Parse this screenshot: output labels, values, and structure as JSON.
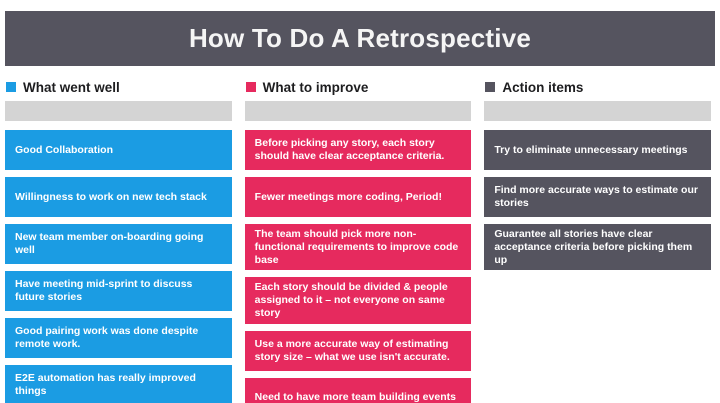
{
  "title": "How To Do A Retrospective",
  "colors": {
    "title_bar": "#55545f",
    "went_well": "#1b9ce3",
    "to_improve": "#e62a5e",
    "action_items": "#55545f",
    "input_placeholder_bar": "#d4d4d4",
    "header_text": "#1d1d1f",
    "card_text": "#ffffff",
    "background": "#ffffff"
  },
  "columns": [
    {
      "label": "What went well",
      "cards": [
        "Good Collaboration",
        "Willingness to work on new tech stack",
        "New team member on-boarding going well",
        "Have meeting mid-sprint to discuss future stories",
        "Good pairing work was done despite remote work.",
        "E2E automation has really improved things"
      ]
    },
    {
      "label": "What to improve",
      "cards": [
        "Before picking any story, each story should have clear acceptance criteria.",
        "Fewer meetings more coding, Period!",
        "The team should pick more non-functional requirements to improve code base",
        "Each story should be divided & people assigned to it – not everyone on same story",
        "Use a more accurate way of estimating story size – what we use isn't accurate.",
        "Need to have more team building events"
      ]
    },
    {
      "label": "Action items",
      "cards": [
        "Try to eliminate unnecessary meetings",
        "Find more accurate ways to estimate our stories",
        "Guarantee all stories have clear acceptance criteria before picking them up"
      ]
    }
  ]
}
